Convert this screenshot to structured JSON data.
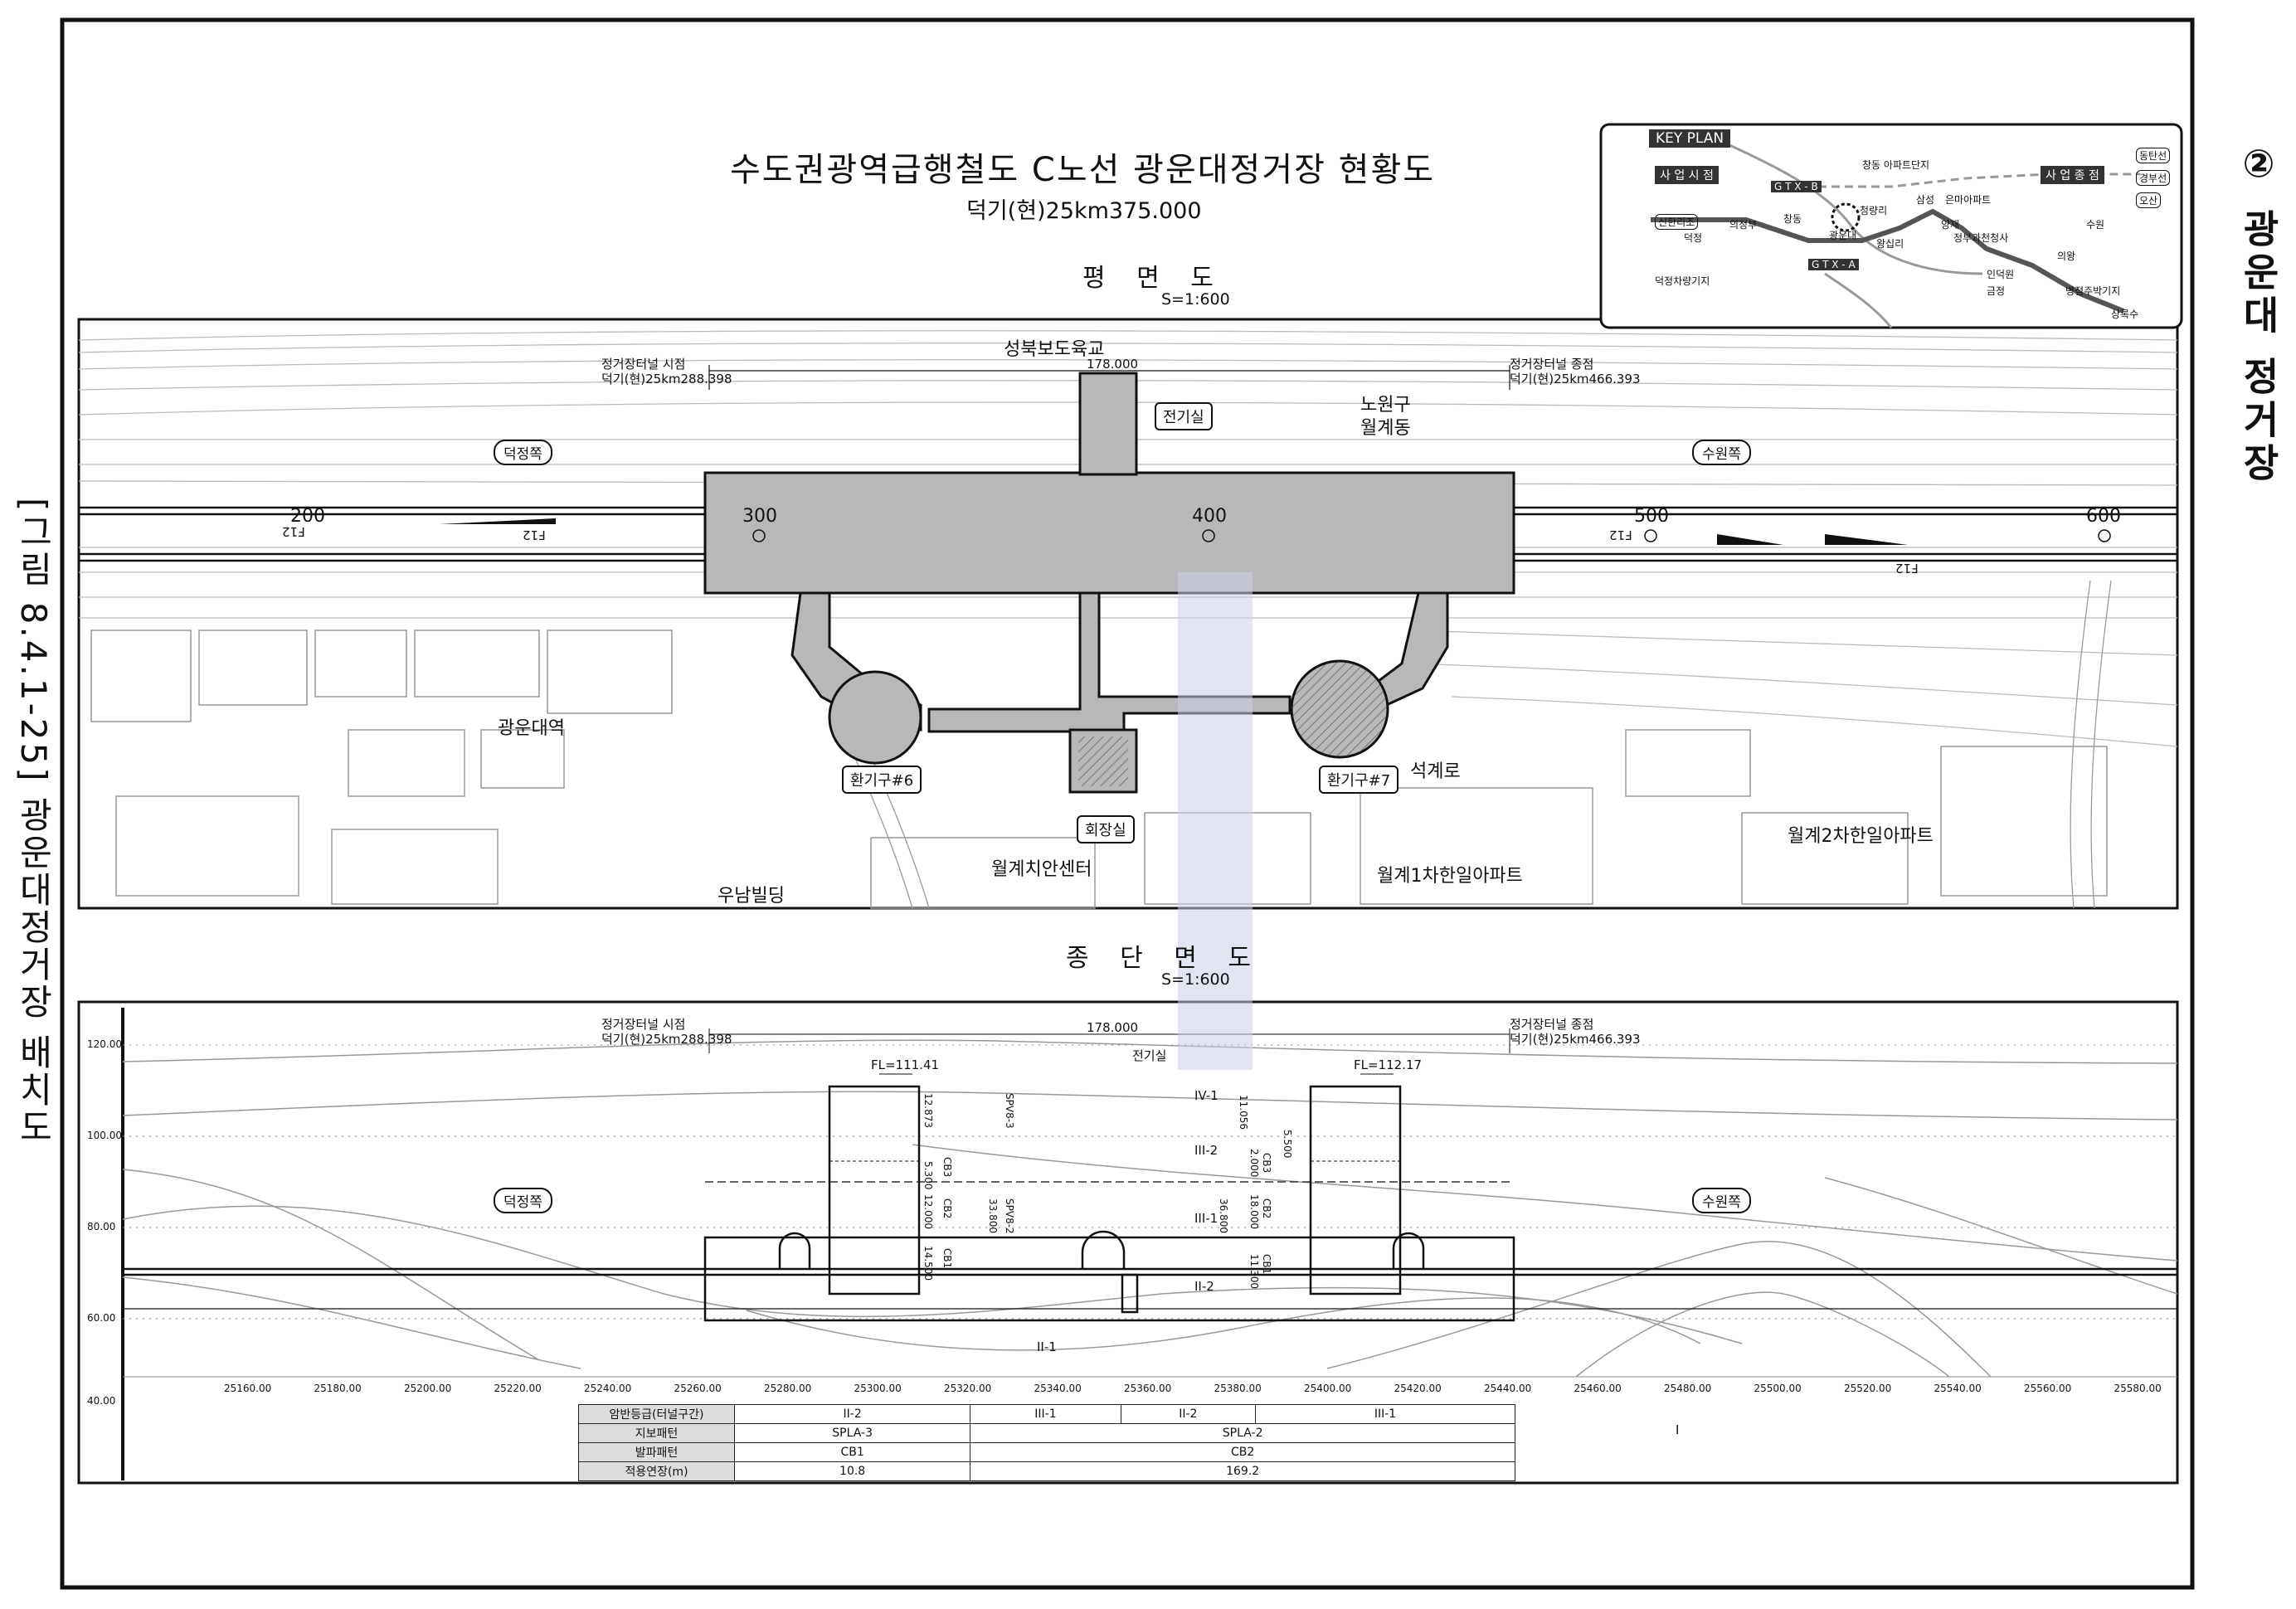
{
  "figure_caption": "[그림 8.4.1-25] 광운대정거장 배치도",
  "station_side_title": "② 광운대 정거장",
  "title": "수도권광역급행철도 C노선 광운대정거장 현황도",
  "subtitle": "덕기(현)25km375.000",
  "plan": {
    "heading": "평 면 도",
    "scale": "S=1:600",
    "bridge": "성북보도육교",
    "span": "178.000",
    "start_label": "정거장터널 시점",
    "start_km": "덕기(현)25km288.398",
    "end_label": "정거장터널 종점",
    "end_km": "덕기(현)25km466.393",
    "district": "노원구",
    "dong": "월계동",
    "to_left": "덕정쪽",
    "to_right": "수원쪽",
    "stations_marks": [
      "200",
      "300",
      "400",
      "500",
      "600"
    ],
    "track_labels": [
      "F12",
      "F12",
      "F12",
      "F12"
    ],
    "electric_room": "전기실",
    "vent6": "환기구#6",
    "vent7": "환기구#7",
    "meeting_room": "회장실",
    "kwangwoon_station": "광운대역",
    "seokgye_ro": "석계로",
    "police_center": "월계치안센터",
    "woonam": "우남빌딩",
    "apt1": "월계1차한일아파트",
    "apt2": "월계2차한일아파트"
  },
  "key_plan": {
    "title": "KEY PLAN",
    "start": "사 업 시 점",
    "end": "사 업 종 점",
    "line_b": "G T X - B",
    "line_a": "G T X - A",
    "places": [
      "덕정",
      "덕정차량기지",
      "의정부",
      "창동",
      "광운대",
      "청량리",
      "왕십리",
      "삼성",
      "양재",
      "정부과천청사",
      "인덕원",
      "금정",
      "의왕",
      "수원",
      "병점주박기지",
      "상록수",
      "은마아파트",
      "창동 아파트단지"
    ],
    "badges": [
      "신한리조",
      "동탄선",
      "경부선",
      "오산"
    ]
  },
  "profile": {
    "heading": "종 단 면 도",
    "scale": "S=1:600",
    "span": "178.000",
    "start_label": "정거장터널 시점",
    "start_km": "덕기(현)25km288.398",
    "end_label": "정거장터널 종점",
    "end_km": "덕기(현)25km466.393",
    "electric_room": "전기실",
    "fl_left": "FL=111.41",
    "fl_right": "FL=112.17",
    "to_left": "덕정쪽",
    "to_right": "수원쪽",
    "elevations": [
      "120.00",
      "100.00",
      "80.00",
      "60.00",
      "40.00"
    ],
    "chainages": [
      "25160.00",
      "25180.00",
      "25200.00",
      "25220.00",
      "25240.00",
      "25260.00",
      "25280.00",
      "25300.00",
      "25320.00",
      "25340.00",
      "25360.00",
      "25380.00",
      "25400.00",
      "25420.00",
      "25440.00",
      "25460.00",
      "25480.00",
      "25500.00",
      "25520.00",
      "25540.00",
      "25560.00",
      "25580.00"
    ],
    "rock_grades": [
      "IV-1",
      "III-2",
      "III-1",
      "II-2",
      "II-1",
      "I"
    ],
    "dims_left": [
      "12.873",
      "5.300",
      "12.000",
      "14.500",
      "33.800",
      "SPV8-3",
      "SPV8-2",
      "CB3",
      "CB2",
      "CB1"
    ],
    "dims_right": [
      "11.056",
      "5.500",
      "2.000",
      "18.000",
      "11.300",
      "36.800",
      "CB3",
      "CB2",
      "CB1"
    ]
  },
  "table": {
    "rows": [
      {
        "header": "암반등급(터널구간)",
        "cells": [
          "II-2",
          "III-1",
          "II-2",
          "III-1"
        ]
      },
      {
        "header": "지보패턴",
        "cells": [
          "SPLA-3",
          "SPLA-2"
        ]
      },
      {
        "header": "발파패턴",
        "cells": [
          "CB1",
          "CB2"
        ]
      },
      {
        "header": "적용연장(m)",
        "cells": [
          "10.8",
          "169.2"
        ]
      }
    ]
  },
  "colors": {
    "structure_fill": "#b8b8b8",
    "line": "#111111",
    "ground": "#9a9a9a",
    "watermark": "#c9d0e6"
  }
}
